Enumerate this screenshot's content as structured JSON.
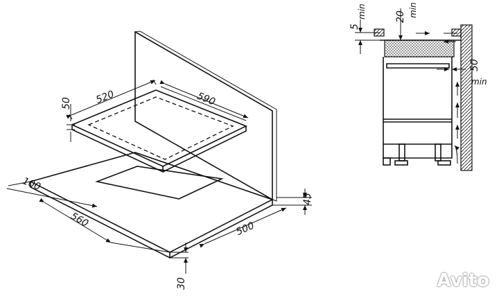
{
  "left_drawing": {
    "dims": {
      "width_top": "520",
      "depth_top": "590",
      "height_side": "50",
      "left_margin": "100",
      "cut_width": "560",
      "cut_depth": "500",
      "back_gap": "45",
      "counter_thick": "30"
    }
  },
  "right_drawing": {
    "dims": {
      "top_min": "5",
      "top_min_unit": "min",
      "mid_min": "20",
      "mid_min_unit": "min",
      "side_min": "50",
      "side_min_unit": "min"
    }
  },
  "watermark": "Avito"
}
